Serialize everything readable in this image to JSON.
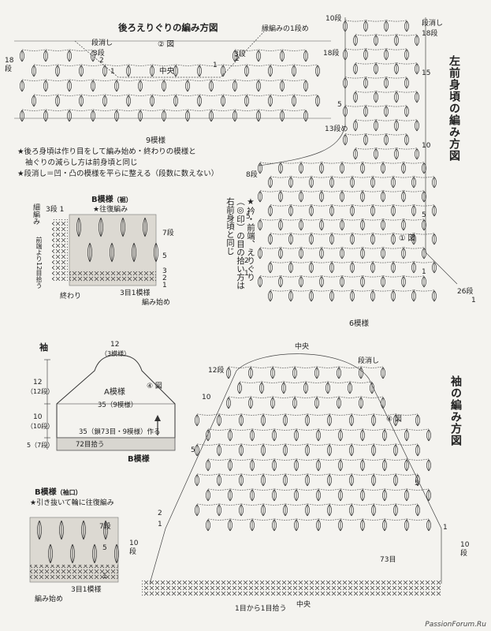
{
  "back_neck": {
    "title": "後ろえりぐりの編み方図",
    "fig": "② 図",
    "center": "中央",
    "pattern_width": "9模様",
    "left_label": "18\n段",
    "step_left": "段消し",
    "row3_left": "3段",
    "row2_left": "2",
    "row1_left": "1",
    "row1_right": "1",
    "row2_right": "2",
    "row3_right": "3段",
    "start_label": "縁編みの1段め",
    "right_18": "18段",
    "right_13": "13段め"
  },
  "notes": {
    "line1": "★後ろ身頃は作り目をして編み始め・終わりの模様と",
    "line2": "袖ぐりの減らし方は前身頃と同じ",
    "line3": "★段消し＝凹・凸の模様を平らに整える（段数に数えない）"
  },
  "left_front": {
    "title": "左前身頃の編み方図",
    "fig": "① 図",
    "note": "★衿・前端、えりぐり（◎印）の目の拾い方は右前身頃と同じ",
    "pattern_width": "6模様",
    "top_10": "10段",
    "top_step": "段消し",
    "top_18": "18段",
    "r15": "15",
    "r10": "10",
    "r5": "5",
    "r1": "1",
    "r2": "2",
    "r5b": "5",
    "r1b": "1",
    "left_5": "5",
    "left_8": "8段",
    "left_5b": "5",
    "left_2": "2",
    "left_1": "1",
    "right_26": "26段",
    "right_1": "1"
  },
  "b_pattern_hem": {
    "title": "B模様",
    "subtitle": "（裾）",
    "note": "★往復編み",
    "side_label": "細編み",
    "pickup": "前端より12目拾う",
    "row7": "7段",
    "row5": "5",
    "row3": "3",
    "row2": "2",
    "row1": "1",
    "top_31": "3段 1",
    "end": "終わり",
    "repeat": "3目1模様",
    "start": "編み始め"
  },
  "sleeve_diagram": {
    "title": "袖",
    "top_dim": "12",
    "top_dim_sub": "（3模様）",
    "pattern_a": "A模様",
    "fig": "④ 図",
    "d1": "12",
    "d1_sub": "（12段）",
    "d2": "10",
    "d2_sub": "（10段）",
    "d3": "5（7段）",
    "w1": "35（9模様）",
    "w2": "35（鎖73目・9模様）作る",
    "pickup": "72目拾う",
    "pattern_b": "B模様"
  },
  "b_pattern_cuff": {
    "title": "B模様",
    "subtitle": "（袖口）",
    "note": "★引き抜いて輪に往復編み",
    "row7": "7段",
    "row5": "5",
    "row1": "1",
    "repeat": "3目1模様",
    "start": "編み始め"
  },
  "sleeve_chart": {
    "title": "袖の編み方図",
    "fig": "④ 図",
    "center_top": "中央",
    "step": "段消し",
    "left_12": "12段",
    "left_10": "10",
    "left_5": "5",
    "left_2": "2",
    "left_1": "1",
    "left_10b": "10\n段",
    "right_5": "5",
    "right_1": "1",
    "right_10": "10\n段",
    "count_73": "73目",
    "pickup": "1目から1目拾う",
    "center_bottom": "中央"
  },
  "watermark": "PassionForum.Ru"
}
